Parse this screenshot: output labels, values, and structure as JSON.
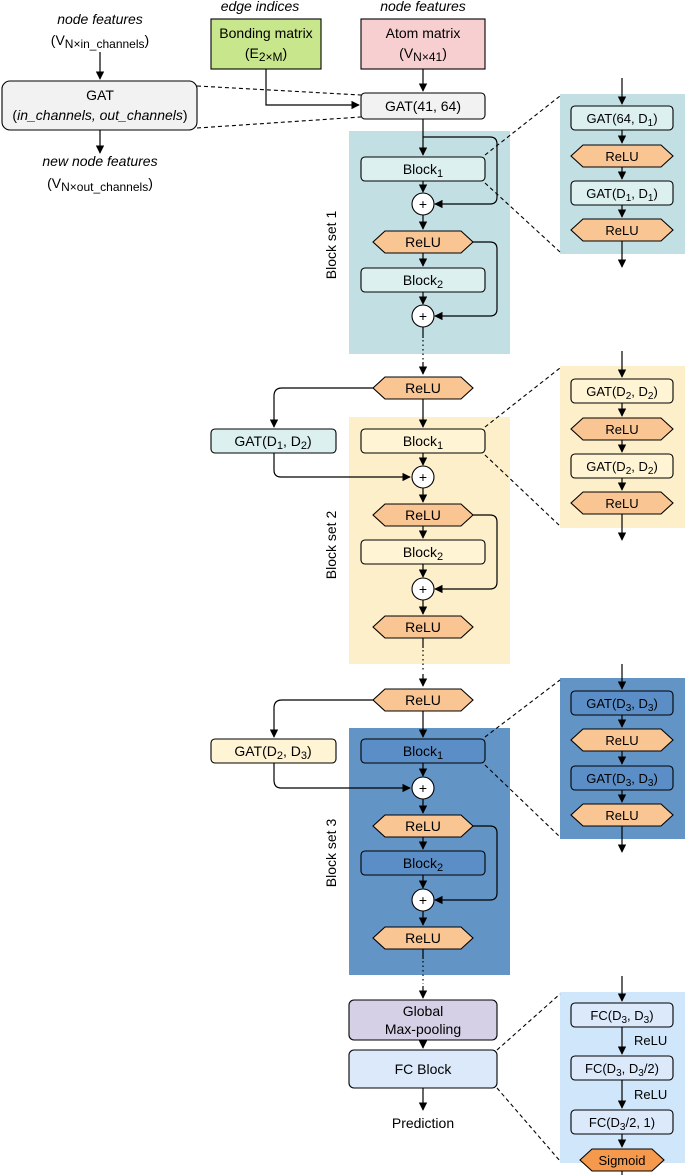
{
  "colors": {
    "set1_bg": "#c2e0e4",
    "set2_bg": "#fdefc9",
    "set3_bg": "#6294c6",
    "fc_bg": "#d0e6fa",
    "relu_fill": "#f9c593",
    "block1_fill": "#dcf0f0",
    "block2_fill": "#fff4d4",
    "block3_fill": "#5b8ec7",
    "fc_box_fill": "#dbe9fb",
    "bonding_fill": "#c8e68b",
    "atom_fill": "#f8cfd0",
    "pool_fill": "#d5d0e6",
    "gat_legend_fill": "#f2f2f2"
  },
  "legend": {
    "node_features_in": "node features",
    "v_in": "V",
    "v_in_sub": "N×in_channels",
    "gat_title": "GAT",
    "gat_args": "in_channels, out_channels",
    "new_node_features": "new node features",
    "v_out": "V",
    "v_out_sub": "N×out_channels"
  },
  "inputs": {
    "edge_indices": "edge indices",
    "node_features": "node features",
    "bonding_matrix": "Bonding matrix",
    "bonding_E": "E",
    "bonding_sub": "2×M",
    "atom_matrix": "Atom matrix",
    "atom_V": "V",
    "atom_sub": "N×41",
    "first_gat": "GAT(41, 64)"
  },
  "blocks": {
    "block": "Block",
    "sub1": "1",
    "sub2": "2",
    "relu": "ReLU",
    "plus": "+",
    "set1_label": "Block set 1",
    "set2_label": "Block set 2",
    "set3_label": "Block set 3",
    "skip2": "GAT(D1, D2)",
    "skip3": "GAT(D2, D3)"
  },
  "detail1": {
    "gat_a": "GAT(64, D1)",
    "gat_b": "GAT(D1, D1)",
    "relu": "ReLU"
  },
  "detail2": {
    "gat_a": "GAT(D2, D2)",
    "gat_b": "GAT(D2, D2)",
    "relu": "ReLU"
  },
  "detail3": {
    "gat_a": "GAT(D3, D3)",
    "gat_b": "GAT(D3, D3)",
    "relu": "ReLU"
  },
  "head": {
    "pool_line1": "Global",
    "pool_line2": "Max-pooling",
    "fc_block": "FC Block",
    "prediction": "Prediction"
  },
  "fc_detail": {
    "fc1": "FC(D3, D3)",
    "fc2": "FC(D3, D3/2)",
    "fc3": "FC(D3/2, 1)",
    "relu": "ReLU",
    "sigmoid": "Sigmoid"
  }
}
